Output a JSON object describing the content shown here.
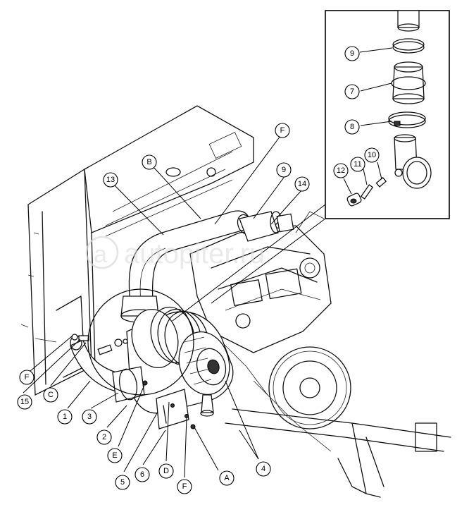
{
  "watermark": "autopiter.ru",
  "callouts": [
    {
      "id": "B"
    },
    {
      "id": "13"
    },
    {
      "id": "F"
    },
    {
      "id": "9"
    },
    {
      "id": "14"
    },
    {
      "id": "F"
    },
    {
      "id": "15"
    },
    {
      "id": "C"
    },
    {
      "id": "1"
    },
    {
      "id": "3"
    },
    {
      "id": "2"
    },
    {
      "id": "E"
    },
    {
      "id": "5"
    },
    {
      "id": "6"
    },
    {
      "id": "D"
    },
    {
      "id": "F"
    },
    {
      "id": "A"
    },
    {
      "id": "4"
    },
    {
      "id": "9"
    },
    {
      "id": "7"
    },
    {
      "id": "8"
    },
    {
      "id": "12"
    },
    {
      "id": "11"
    },
    {
      "id": "10"
    }
  ]
}
